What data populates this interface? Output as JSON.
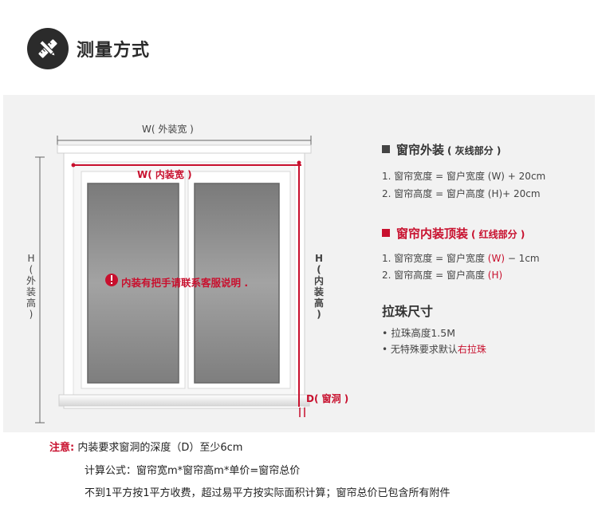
{
  "header": {
    "title": "测量方式",
    "icon": "ruler-pencil-icon"
  },
  "diagram": {
    "w_outer": "W( 外装宽 )",
    "w_inner": "W( 内装宽 )",
    "h_outer": [
      "H",
      "(",
      "外",
      "装",
      "高",
      ")"
    ],
    "h_inner": [
      "H",
      "(",
      "内",
      "装",
      "高",
      ")"
    ],
    "d_label": "D( 窗洞 )",
    "notice": "内装有把手请联系客服说明 .",
    "colors": {
      "accent": "#c8102e",
      "frame": "#ffffff",
      "glass": "#8d8d8d"
    }
  },
  "specs": {
    "outer": {
      "title": "窗帘外装",
      "sub": "( 灰线部分 )",
      "lines": [
        {
          "text": "1. 窗帘宽度 = 窗户宽度 (W) + 20cm"
        },
        {
          "text": "2. 窗帘高度 = 窗户高度 (H)+ 20cm"
        }
      ]
    },
    "inner": {
      "title": "窗帘内装顶装",
      "sub": "( 红线部分 )",
      "lines": [
        {
          "pre": "1. 窗帘宽度 = 窗户宽度 ",
          "hl": "(W)",
          "post": " − 1cm"
        },
        {
          "pre": "2. 窗帘高度 = 窗户高度 ",
          "hl": "(H)",
          "post": ""
        }
      ]
    },
    "pull": {
      "title": "拉珠尺寸",
      "line1": "• 拉珠高度1.5M",
      "line2_pre": "• 无特殊要求默认",
      "line2_hl": "右拉珠"
    }
  },
  "notes": {
    "lead": "注意:",
    "line1": "内装要求窗洞的深度（D）至少6cm",
    "line2": "计算公式：窗帘宽m*窗帘高m*单价=窗帘总价",
    "line3": "不到1平方按1平方收费，超过易平方按实际面积计算；窗帘总价已包含所有附件"
  }
}
